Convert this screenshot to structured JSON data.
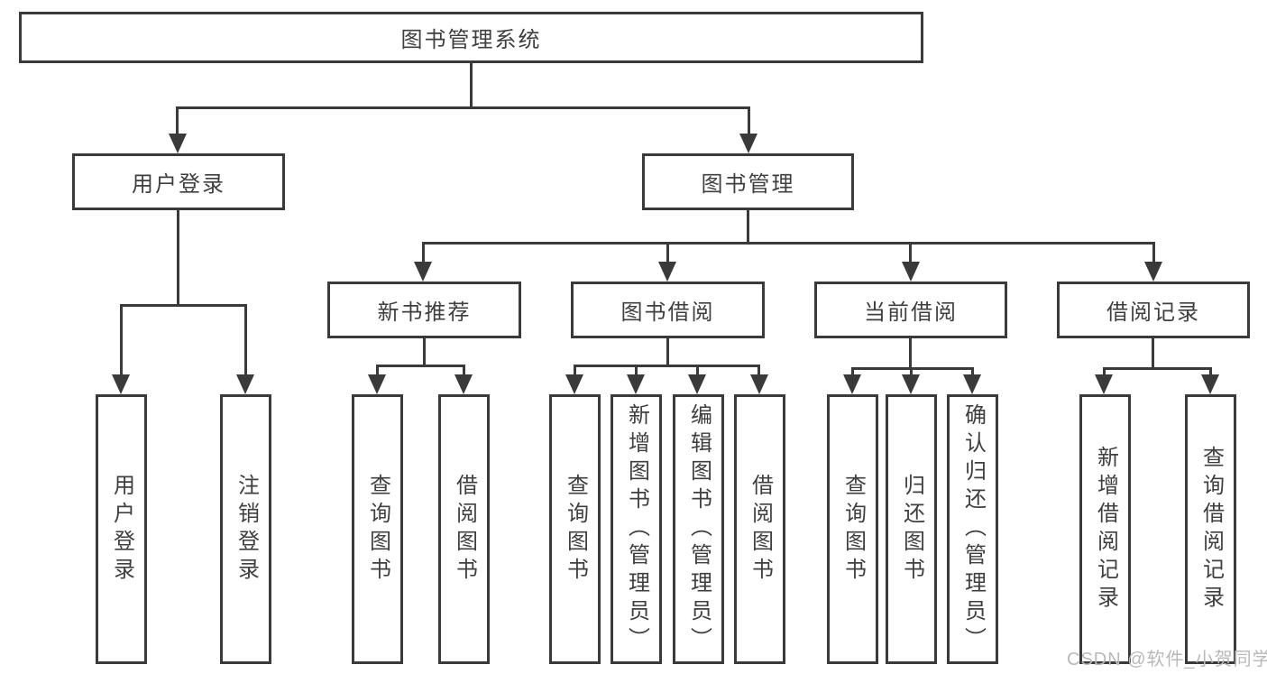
{
  "nodes": {
    "root": {
      "label": "图书管理系统"
    },
    "user_login_branch": {
      "label": "用户登录"
    },
    "book_management": {
      "label": "图书管理"
    },
    "new_book_recommend": {
      "label": "新书推荐"
    },
    "book_borrow": {
      "label": "图书借阅"
    },
    "current_borrow": {
      "label": "当前借阅"
    },
    "borrow_records": {
      "label": "借阅记录"
    },
    "leaf_user_login": {
      "label": "用户登录"
    },
    "leaf_logout": {
      "label": "注销登录"
    },
    "leaf_query_book_recommend": {
      "label": "查询图书"
    },
    "leaf_borrow_book_recommend": {
      "label": "借阅图书"
    },
    "leaf_query_book_borrow": {
      "label": "查询图书"
    },
    "leaf_add_book": {
      "label": "新增图书（管理员）"
    },
    "leaf_edit_book": {
      "label": "编辑图书（管理员）"
    },
    "leaf_borrow_book_borrow": {
      "label": "借阅图书"
    },
    "leaf_query_book_current": {
      "label": "查询图书"
    },
    "leaf_return_book": {
      "label": "归还图书"
    },
    "leaf_confirm_return": {
      "label": "确认归还（管理员）"
    },
    "leaf_add_borrow_record": {
      "label": "新增借阅记录"
    },
    "leaf_query_borrow_record": {
      "label": "查询借阅记录"
    }
  },
  "hierarchy": {
    "图书管理系统": {
      "用户登录": [
        "用户登录",
        "注销登录"
      ],
      "图书管理": {
        "新书推荐": [
          "查询图书",
          "借阅图书"
        ],
        "图书借阅": [
          "查询图书",
          "新增图书（管理员）",
          "编辑图书（管理员）",
          "借阅图书"
        ],
        "当前借阅": [
          "查询图书",
          "归还图书",
          "确认归还（管理员）"
        ],
        "借阅记录": [
          "新增借阅记录",
          "查询借阅记录"
        ]
      }
    }
  },
  "watermark": {
    "text": "CSDN @软件_小贺同学",
    "color": "#b9b9b9"
  },
  "colors": {
    "line": "#3a3a3a",
    "text": "#3f3f3f",
    "box_background": "#ffffff"
  }
}
